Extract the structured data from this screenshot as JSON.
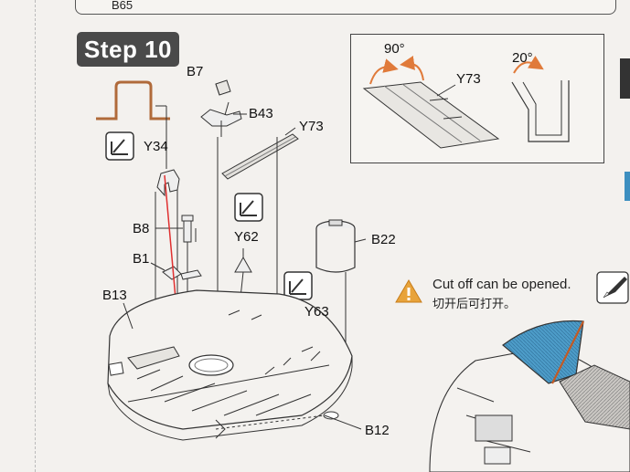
{
  "prev_step": {
    "part_label": "B65"
  },
  "step": {
    "title": "Step 10"
  },
  "parts": {
    "B7": "B7",
    "B43": "B43",
    "Y73": "Y73",
    "Y34": "Y34",
    "B8": "B8",
    "B1": "B1",
    "B13": "B13",
    "Y62": "Y62",
    "B22": "B22",
    "Y63": "Y63",
    "B12": "B12"
  },
  "detail": {
    "angle_1": "90°",
    "part": "Y73",
    "angle_2": "20°"
  },
  "warning": {
    "text_en": "Cut off can be opened.",
    "text_cn": "切开后可打开。"
  },
  "colors": {
    "step_badge": "#4a4a4a",
    "bend_arrow": "#e07a3a",
    "insert_arrow": "#e03030",
    "cut_panel": "#4d9cc8"
  },
  "icons": {
    "bend": "bend-icon",
    "warning": "warning-triangle-icon",
    "knife": "hobby-knife-icon"
  }
}
